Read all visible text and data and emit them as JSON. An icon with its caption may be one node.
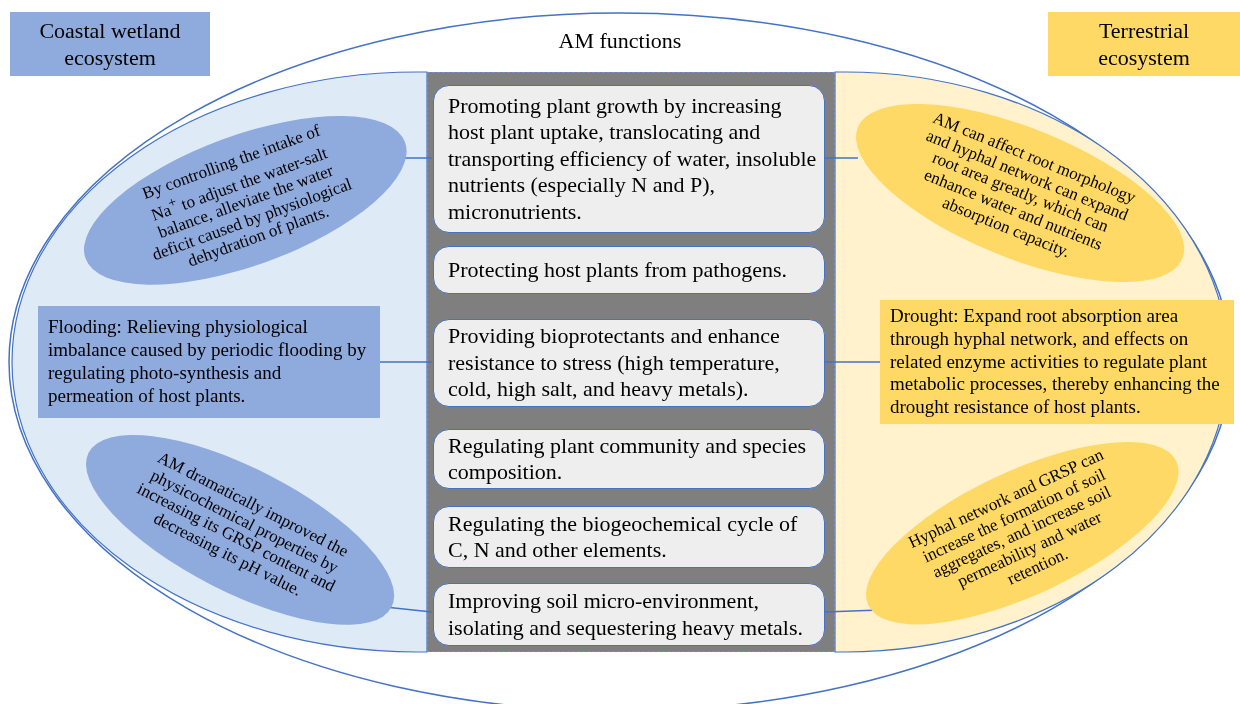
{
  "diagram": {
    "nodes": [
      {
        "text": [
          "AM functions"
        ]
      },
      {
        "text": [
          "Coastal wetland ecosystem"
        ]
      },
      {
        "text": [
          "Terrestrial ecosystem"
        ]
      },
      {
        "text": [],
        "shape": "box",
        "in": 0
      },
      {
        "text": [
          "Promoting plant growth by increasing host plant uptake, translocating and transporting efficiency of water, insoluble nutrients (especially N and P), micronutrients."
        ],
        "in": 3
      },
      {
        "text": [
          "Protecting host plants from pathogens."
        ],
        "in": 3
      },
      {
        "text": [
          "Providing bioprotectants and enhance resistance to stress (high temperature, cold, high salt, and heavy metals)."
        ],
        "in": 3
      },
      {
        "text": [
          "Regulating plant community and species composition."
        ],
        "in": 3
      },
      {
        "text": [
          "Regulating the biogeochemical cycle of C, N and other elements."
        ],
        "in": 3
      },
      {
        "text": [
          "Improving soil micro-environment, isolating and sequestering heavy metals."
        ],
        "in": 3
      },
      {
        "text": [
          "By controlling the intake of Na$^{+}$ to adjust the water-salt balance, alleviate the water deficit caused by physiological dehydration of plants."
        ],
        "in": 0
      },
      {
        "text": [
          "Flooding: Relieving physiological imbalance caused by periodic flooding by regulating photo-synthesis and permeation of host plants."
        ],
        "in": 0
      },
      {
        "text": [
          "AM dramatically improved the physicochemical properties by increasing its GRSP content and decreasing its pH value."
        ],
        "in": 0
      },
      {
        "text": [
          "AM can affect root morphology and hyphal network can expand root area greatly, which can enhance water and nutrients absorption capacity."
        ],
        "in": 0
      },
      {
        "text": [
          "Drought: Expand root absorption area through hyphal network, and effects on related enzyme activities to regulate plant metabolic processes, thereby enhancing the drought resistance of host plants."
        ],
        "in": 0
      },
      {
        "text": [
          "Hyphal network and GRSP can increase the formation of soil aggregates, and increase soil permeability and water retention."
        ],
        "in": 0
      }
    ],
    "edges": [
      {
        "from": 10,
        "to": 4,
        "arrow": "none"
      },
      {
        "from": 11,
        "to": 6,
        "arrow": "none"
      },
      {
        "from": 12,
        "to": 9,
        "arrow": "none"
      },
      {
        "from": 13,
        "to": 4,
        "arrow": "none"
      },
      {
        "from": 14,
        "to": 6,
        "arrow": "none"
      },
      {
        "from": 15,
        "to": 9,
        "arrow": "none"
      }
    ]
  }
}
